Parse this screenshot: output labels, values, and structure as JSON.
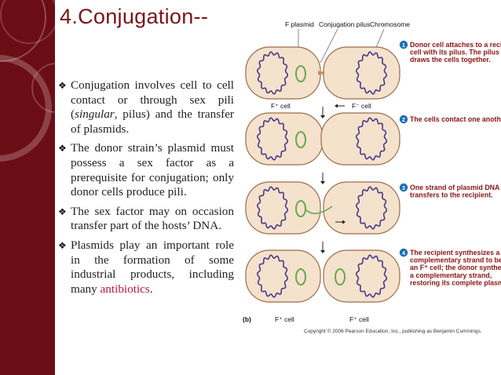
{
  "slide": {
    "title": "4.Conjugation--",
    "bullets": [
      {
        "parts": [
          {
            "text": "Conjugation involves cell to cell contact or through sex pili ("
          },
          {
            "text": "singular",
            "italic": true
          },
          {
            "text": ", pilus) and the transfer of plasmids."
          }
        ]
      },
      {
        "parts": [
          {
            "text": "The donor strain’s plasmid must possess a sex factor as a prerequisite for conjugation; only donor cells produce pili."
          }
        ]
      },
      {
        "parts": [
          {
            "text": "The sex factor may on occasion transfer part of the hosts’ DNA."
          }
        ]
      },
      {
        "parts": [
          {
            "text": "Plasmids play an important role in the formation of some industrial products, including many "
          },
          {
            "text": "antibiotics",
            "highlight": true
          },
          {
            "text": "."
          }
        ]
      }
    ]
  },
  "figure": {
    "top_labels": [
      "F plasmid",
      "Conjugation pilus",
      "Chromosome"
    ],
    "cell_labels": {
      "row1_left": "F⁺ cell",
      "row1_right": "F⁻ cell",
      "row4_left": "F⁺ cell",
      "row4_right": "F⁺ cell"
    },
    "panel_label": "(b)",
    "steps": [
      {
        "number": "1",
        "lines": [
          "Donor cell attaches to a recipient",
          "cell with its pilus. The pilus",
          "draws the cells together."
        ]
      },
      {
        "number": "2",
        "lines": [
          "The cells contact one another."
        ]
      },
      {
        "number": "3",
        "lines": [
          "One strand of plasmid DNA",
          "transfers to the recipient."
        ]
      },
      {
        "number": "4",
        "lines": [
          "The recipient synthesizes a",
          "complementary strand to become",
          "an F⁺ cell; the donor synthesizes",
          "a complementary strand,",
          "restoring its complete plasmid."
        ]
      }
    ],
    "copyright": "Copyright © 2006 Pearson Education, Inc., publishing as Benjamin Cummings."
  },
  "colors": {
    "band": "#6b0d14",
    "title": "#7a1419",
    "cell_fill": "#f4e2cc",
    "cell_stroke": "#a06a4a",
    "chromosome": "#4a3a8a",
    "plasmid": "#6aa84f",
    "step_badge": "#1a6fb0",
    "step_text": "#8c1414",
    "highlight": "#c0143c"
  }
}
